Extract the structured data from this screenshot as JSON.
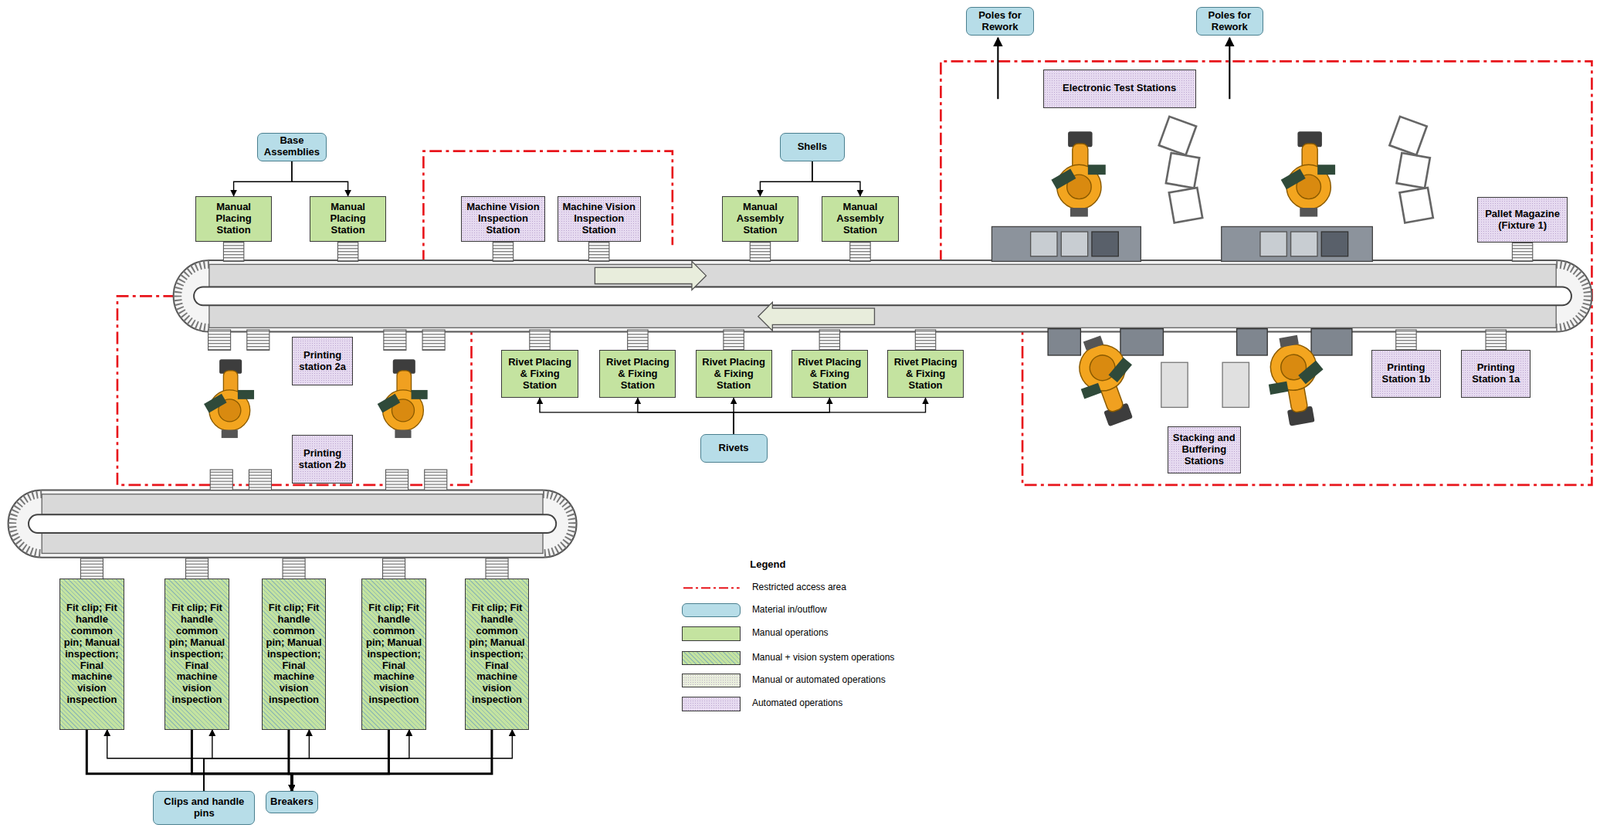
{
  "diagram": {
    "nodes": [
      {
        "text": [
          "Poles for Rework"
        ]
      },
      {
        "text": [
          "Poles for Rework"
        ]
      },
      {
        "text": [
          "Electronic Test Stations"
        ]
      },
      {
        "text": [
          "Base Assemblies"
        ]
      },
      {
        "text": [
          "Shells"
        ]
      },
      {
        "text": [
          "Manual Placing Station"
        ]
      },
      {
        "text": [
          "Manual Placing Station"
        ]
      },
      {
        "text": [
          "Machine Vision Inspection Station"
        ]
      },
      {
        "text": [
          "Machine Vision Inspection Station"
        ]
      },
      {
        "text": [
          "Manual Assembly Station"
        ]
      },
      {
        "text": [
          "Manual Assembly Station"
        ]
      },
      {
        "text": [
          "Pallet Magazine (Fixture 1)"
        ]
      },
      {
        "text": [
          "Printing station 2a"
        ]
      },
      {
        "text": [
          "Rivet Placing & Fixing Station"
        ]
      },
      {
        "text": [
          "Rivet Placing & Fixing Station"
        ]
      },
      {
        "text": [
          "Rivet Placing & Fixing Station"
        ]
      },
      {
        "text": [
          "Rivet Placing & Fixing Station"
        ]
      },
      {
        "text": [
          "Rivet Placing & Fixing Station"
        ]
      },
      {
        "text": [
          "Printing Station 1b"
        ]
      },
      {
        "text": [
          "Printing Station 1a"
        ]
      },
      {
        "text": [
          "Printing station 2b"
        ]
      },
      {
        "text": [
          "Stacking and Buffering Stations"
        ]
      },
      {
        "text": [
          "Rivets"
        ]
      },
      {
        "text": [
          "Fit clip; Fit handle common pin; Manual inspection; Final machine vision inspection"
        ]
      },
      {
        "text": [
          "Fit clip; Fit handle common pin; Manual inspection; Final machine vision inspection"
        ]
      },
      {
        "text": [
          "Fit clip; Fit handle common pin; Manual inspection; Final machine vision inspection"
        ]
      },
      {
        "text": [
          "Fit clip; Fit handle common pin; Manual inspection; Final machine vision inspection"
        ]
      },
      {
        "text": [
          "Fit clip; Fit handle common pin; Manual inspection; Final machine vision inspection"
        ]
      },
      {
        "text": [
          "Clips and handle pins"
        ]
      },
      {
        "text": [
          "Breakers"
        ]
      }
    ],
    "edges": [
      {
        "from": 3,
        "to": 5,
        "arrow": "to"
      },
      {
        "from": 3,
        "to": 6,
        "arrow": "to"
      },
      {
        "from": 4,
        "to": 9,
        "arrow": "to"
      },
      {
        "from": 4,
        "to": 10,
        "arrow": "to"
      },
      {
        "from": 22,
        "to": 13,
        "arrow": "to"
      },
      {
        "from": 22,
        "to": 14,
        "arrow": "to"
      },
      {
        "from": 22,
        "to": 15,
        "arrow": "to"
      },
      {
        "from": 22,
        "to": 16,
        "arrow": "to"
      },
      {
        "from": 22,
        "to": 17,
        "arrow": "to"
      },
      {
        "from": 28,
        "to": 23,
        "arrow": "to"
      },
      {
        "from": 28,
        "to": 24,
        "arrow": "to"
      },
      {
        "from": 28,
        "to": 25,
        "arrow": "to"
      },
      {
        "from": 28,
        "to": 26,
        "arrow": "to"
      },
      {
        "from": 28,
        "to": 27,
        "arrow": "to"
      },
      {
        "from": 23,
        "to": 29,
        "arrow": "to"
      },
      {
        "from": 24,
        "to": 29,
        "arrow": "to"
      },
      {
        "from": 25,
        "to": 29,
        "arrow": "to"
      },
      {
        "from": 26,
        "to": 29,
        "arrow": "to"
      },
      {
        "from": 27,
        "to": 29,
        "arrow": "to"
      }
    ],
    "labels": [
      "Legend"
    ],
    "legend": [
      {
        "text": "Restricted access area"
      },
      {
        "text": "Material in/outflow",
        "color": "#b7dde8"
      },
      {
        "text": "Manual operations",
        "color": "#c4e3a0"
      },
      {
        "text": "Manual + vision system operations",
        "color": "#c4e3a0"
      },
      {
        "text": "Manual or automated operations",
        "color": "#e8eddc"
      },
      {
        "text": "Automated operations",
        "color": "#e6daf0"
      }
    ]
  }
}
